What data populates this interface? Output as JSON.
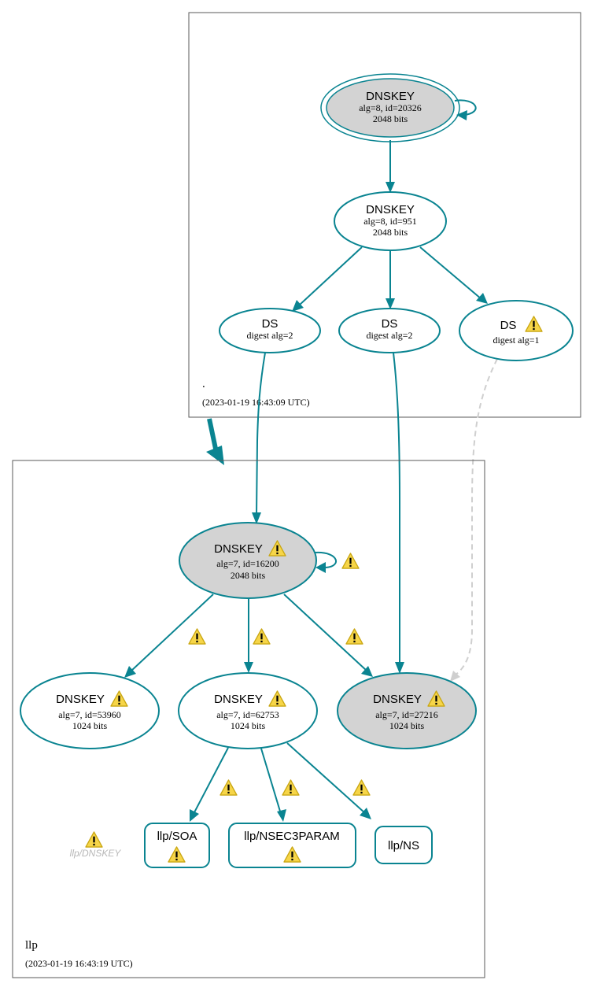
{
  "colors": {
    "edge": "#0a8491",
    "node_fill_gray": "#d3d3d3",
    "node_fill_white": "#ffffff",
    "zone_border": "#5a5a5a",
    "dashed_edge": "#cfcfcf",
    "warning_fill": "#f6d548",
    "warning_stroke": "#c9a612"
  },
  "root_zone": {
    "name": ".",
    "timestamp": "(2023-01-19 16:43:09 UTC)",
    "nodes": {
      "ksk": {
        "title": "DNSKEY",
        "line1": "alg=8, id=20326",
        "line2": "2048 bits"
      },
      "zsk": {
        "title": "DNSKEY",
        "line1": "alg=8, id=951",
        "line2": "2048 bits"
      },
      "ds1": {
        "title": "DS",
        "line1": "digest alg=2"
      },
      "ds2": {
        "title": "DS",
        "line1": "digest alg=2"
      },
      "ds3": {
        "title": "DS",
        "line1": "digest alg=1"
      }
    }
  },
  "llp_zone": {
    "name": "llp",
    "timestamp": "(2023-01-19 16:43:19 UTC)",
    "nodes": {
      "ksk": {
        "title": "DNSKEY",
        "line1": "alg=7, id=16200",
        "line2": "2048 bits"
      },
      "k53960": {
        "title": "DNSKEY",
        "line1": "alg=7, id=53960",
        "line2": "1024 bits"
      },
      "k62753": {
        "title": "DNSKEY",
        "line1": "alg=7, id=62753",
        "line2": "1024 bits"
      },
      "k27216": {
        "title": "DNSKEY",
        "line1": "alg=7, id=27216",
        "line2": "1024 bits"
      },
      "soa": {
        "title": "llp/SOA"
      },
      "nsec3param": {
        "title": "llp/NSEC3PARAM"
      },
      "ns": {
        "title": "llp/NS"
      },
      "dnskey_ghost": {
        "title": "llp/DNSKEY"
      }
    }
  },
  "icons": {
    "warning": "warning-icon"
  }
}
